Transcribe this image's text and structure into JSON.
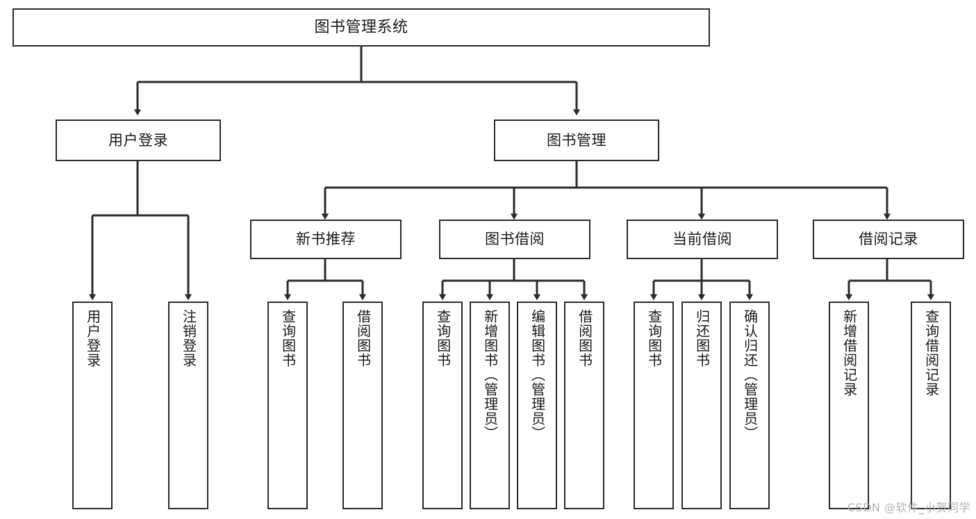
{
  "diagram": {
    "title": "图书管理系统",
    "type": "tree-hierarchy-diagram",
    "colors": {
      "stroke": "#2b2b2b",
      "background": "#ffffff",
      "text": "#1a1a1a",
      "watermark": "#b4b4b4"
    },
    "root": {
      "label": "图书管理系统"
    },
    "level1": [
      {
        "label": "用户登录"
      },
      {
        "label": "图书管理"
      }
    ],
    "level2": [
      {
        "label": "新书推荐"
      },
      {
        "label": "图书借阅"
      },
      {
        "label": "当前借阅"
      },
      {
        "label": "借阅记录"
      }
    ],
    "leaves": {
      "user_login": [
        {
          "label": "用户登录"
        },
        {
          "label": "注销登录"
        }
      ],
      "new_book_recommend": [
        {
          "label": "查询图书"
        },
        {
          "label": "借阅图书"
        }
      ],
      "book_borrow": [
        {
          "label": "查询图书"
        },
        {
          "label": "新增图书（管理员）"
        },
        {
          "label": "编辑图书（管理员）"
        },
        {
          "label": "借阅图书"
        }
      ],
      "current_borrow": [
        {
          "label": "查询图书"
        },
        {
          "label": "归还图书"
        },
        {
          "label": "确认归还（管理员）"
        }
      ],
      "borrow_record": [
        {
          "label": "新增借阅记录"
        },
        {
          "label": "查询借阅记录"
        }
      ]
    }
  },
  "watermark": {
    "text": "CSDN @软件_小贺同学"
  }
}
